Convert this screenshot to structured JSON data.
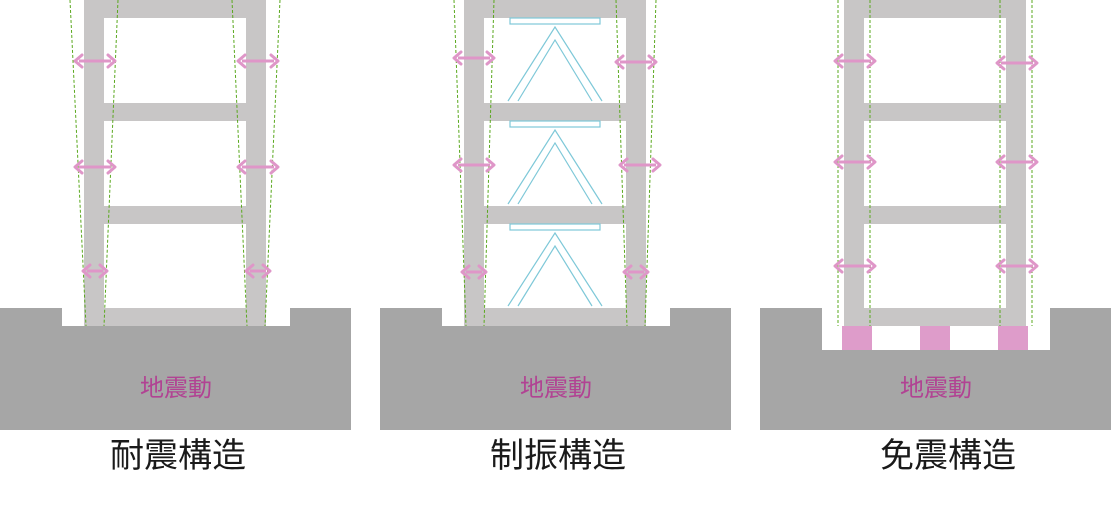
{
  "colors": {
    "ground": "#a6a6a6",
    "frame": "#c8c6c6",
    "arrow": "#df96c8",
    "quake_text": "#b14393",
    "deflection": "#5aa81e",
    "damper": "#7ec8d8",
    "isolator": "#de9cca"
  },
  "quake_label": "地震動",
  "panels": [
    {
      "caption": "耐震構造"
    },
    {
      "caption": "制振構造"
    },
    {
      "caption": "免震構造"
    }
  ]
}
